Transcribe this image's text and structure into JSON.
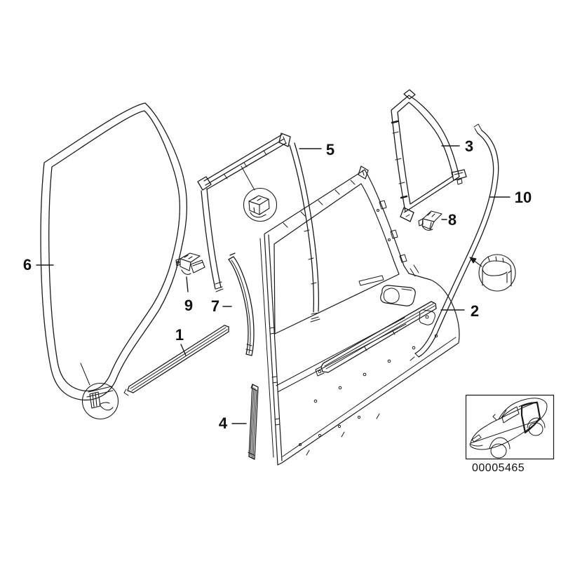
{
  "diagram": {
    "background_color": "#ffffff",
    "line_color": "#1a1a1a",
    "image_code": "00005465",
    "callouts": {
      "1": "1",
      "2": "2",
      "3": "3",
      "4": "4",
      "5": "5",
      "6": "6",
      "7": "7",
      "8": "8",
      "9": "9",
      "10": "10"
    }
  }
}
